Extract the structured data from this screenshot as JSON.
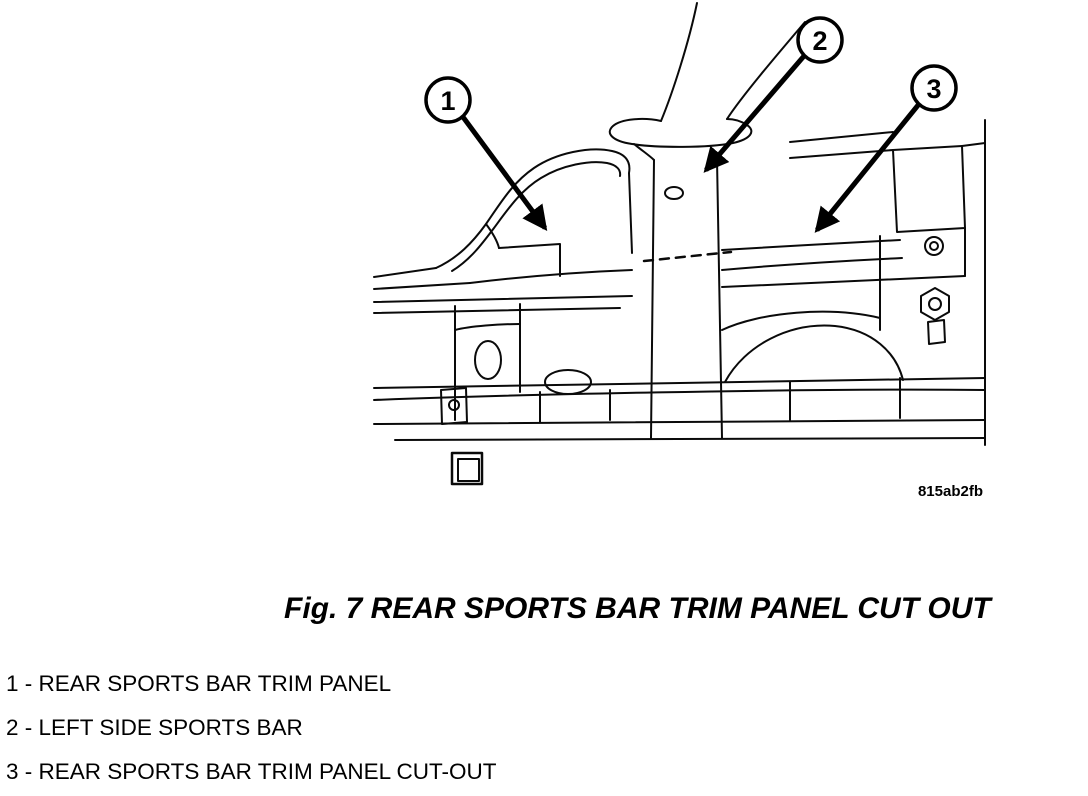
{
  "figure": {
    "caption": "Fig. 7 REAR SPORTS BAR TRIM PANEL CUT OUT",
    "image_code": "815ab2fb",
    "callouts": [
      {
        "number": "1"
      },
      {
        "number": "2"
      },
      {
        "number": "3"
      }
    ]
  },
  "legend": {
    "items": [
      "1 - REAR SPORTS BAR TRIM PANEL",
      "2 - LEFT SIDE SPORTS BAR",
      "3 - REAR SPORTS BAR TRIM PANEL CUT-OUT"
    ]
  },
  "colors": {
    "ink": "#000000",
    "background": "#ffffff"
  }
}
